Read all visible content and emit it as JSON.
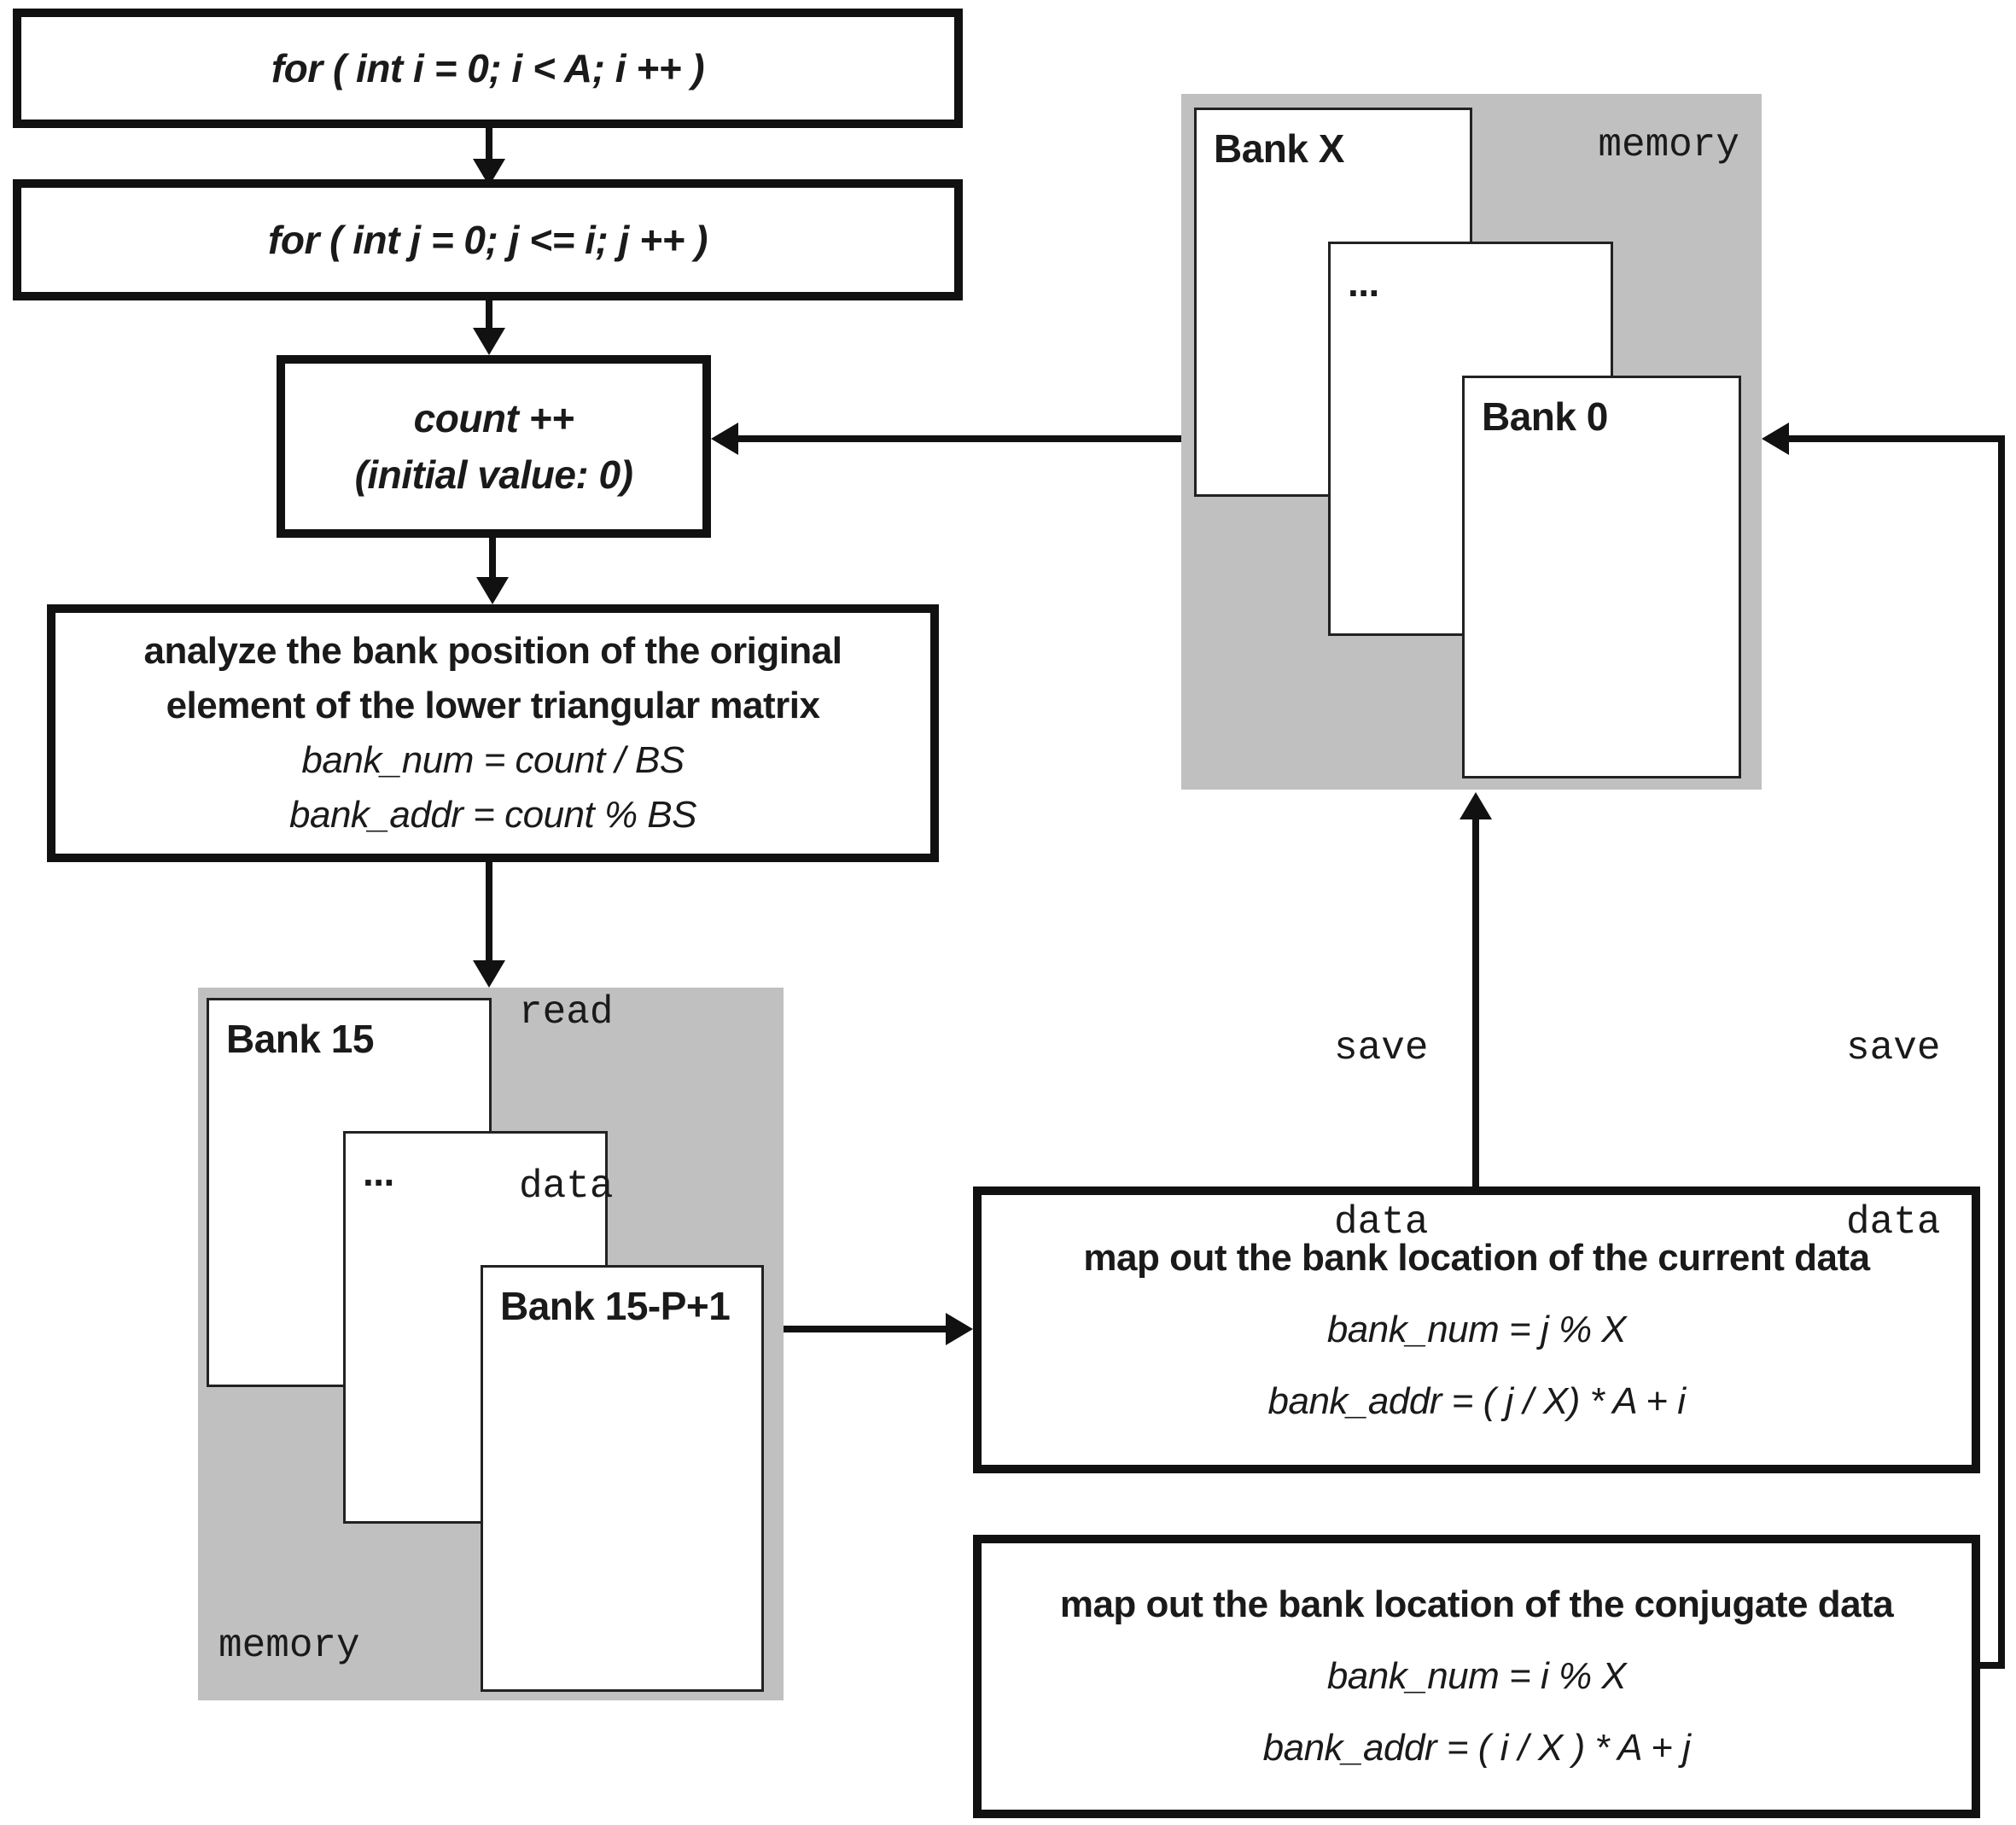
{
  "colors": {
    "memory_bg": "#c0c0c0",
    "line": "#111111",
    "text": "#1a1a1a",
    "box_bg": "#ffffff"
  },
  "boxes": {
    "for_i": {
      "line1": "for ( int i = 0; i < A; i ++ )"
    },
    "for_j": {
      "line1": "for ( int j = 0; j <= i; j ++ )"
    },
    "count": {
      "line1": "count ++",
      "line2": "(initial value: 0)"
    },
    "analyze": {
      "title1": "analyze the bank position of the original",
      "title2": "element of the lower triangular matrix",
      "formula1": "bank_num = count / BS",
      "formula2": "bank_addr = count % BS"
    },
    "map_current": {
      "title": "map out the bank location of the current data",
      "formula1": "bank_num = j % X",
      "formula2": "bank_addr = ( j / X) * A + i"
    },
    "map_conjugate": {
      "title": "map out the bank location of the conjugate data",
      "formula1": "bank_num = i % X",
      "formula2": "bank_addr = ( i / X ) * A + j"
    }
  },
  "memory_top_right": {
    "label": "memory",
    "bank_back": "Bank X",
    "bank_middle": "...",
    "bank_front": "Bank 0"
  },
  "memory_bottom_left": {
    "label": "memory",
    "bank_back": "Bank 15",
    "bank_middle": "...",
    "bank_front": "Bank 15-P+1"
  },
  "edge_labels": {
    "read": {
      "line1": "read",
      "line2": "data"
    },
    "save_left": {
      "line1": "save",
      "line2": "data"
    },
    "save_right": {
      "line1": "save",
      "line2": "data"
    }
  }
}
